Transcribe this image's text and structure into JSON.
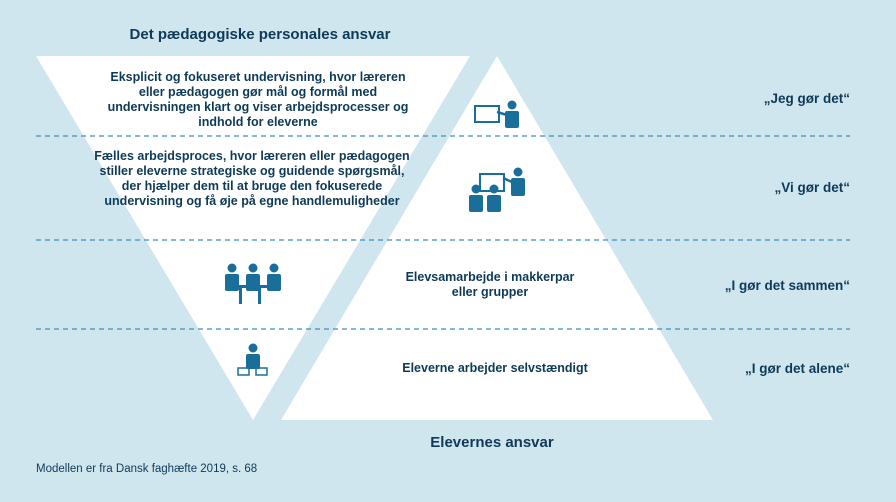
{
  "title_top": "Det pædagogiske personales ansvar",
  "title_bottom": "Elevernes ansvar",
  "source": "Modellen er fra Dansk faghæfte 2019, s. 68",
  "levels": [
    {
      "text": "Eksplicit og fokuseret undervisning, hvor læreren eller pædagogen gør mål og formål med undervisningen klart og viser arbejdsprocesser og indhold for eleverne",
      "quote": "„Jeg gør det“",
      "icon": "teacher-at-board-icon"
    },
    {
      "text": "Fælles arbejdsproces, hvor læreren eller pædagogen stiller eleverne strategiske og guidende spørgsmål, der hjælper dem til at bruge den fokuserede undervisning og få øje på egne handlemuligheder",
      "quote": "„Vi gør det“",
      "icon": "teacher-with-students-icon"
    },
    {
      "text": "Elevsamarbejde i makkerpar eller grupper",
      "quote": "„I gør det sammen“",
      "icon": "student-group-icon"
    },
    {
      "text": "Eleverne arbejder selvstændigt",
      "quote": "„I gør det alene“",
      "icon": "single-student-icon"
    }
  ],
  "colors": {
    "background": "#cfe6ef",
    "shape": "#ffffff",
    "text": "#0e3a57",
    "icon": "#1a6f9a",
    "divider": "#3d8fbd"
  }
}
